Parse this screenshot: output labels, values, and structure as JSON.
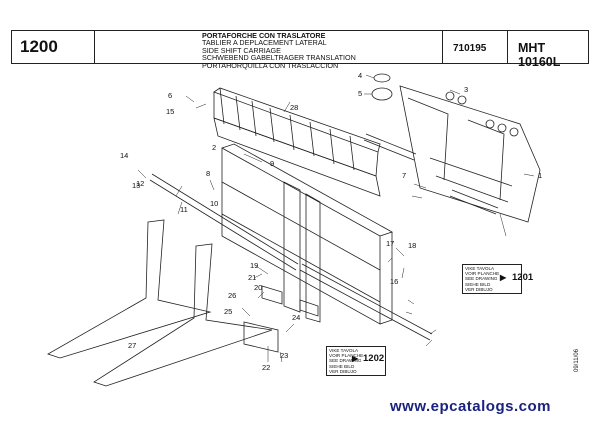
{
  "header": {
    "page_number": "1200",
    "titles": [
      "PORTAFORCHE CON TRASLATORE",
      "TABLIER A DEPLACEMENT LATERAL",
      "SIDE SHIFT CARRIAGE",
      "SCHWEBEND GABELTRAGER TRANSLATION",
      "PORTAHORQUILLA CON TRASLACCION"
    ],
    "code": "710195",
    "model": "MHT 10160L"
  },
  "refs": [
    {
      "lines": [
        "VIKE TAVOLA",
        "VOIR PLANCHE",
        "SEE DRAWING",
        "SIEHE BILD",
        "VER DIBUJO"
      ],
      "target": "1201"
    },
    {
      "lines": [
        "VIKE TAVOLA",
        "VOIR PLANCHE",
        "SEE DRAWING",
        "SIEHE BILD",
        "VER DIBUJO"
      ],
      "target": "1202"
    }
  ],
  "labels": [
    "1",
    "2",
    "3",
    "4",
    "5",
    "6",
    "7",
    "8",
    "9",
    "10",
    "11",
    "12",
    "13",
    "14",
    "15",
    "16",
    "17",
    "18",
    "19",
    "20",
    "21",
    "22",
    "23",
    "24",
    "25",
    "26",
    "27",
    "28"
  ],
  "footer": {
    "date": "09/11/06",
    "watermark": "www.epcatalogs.com"
  }
}
